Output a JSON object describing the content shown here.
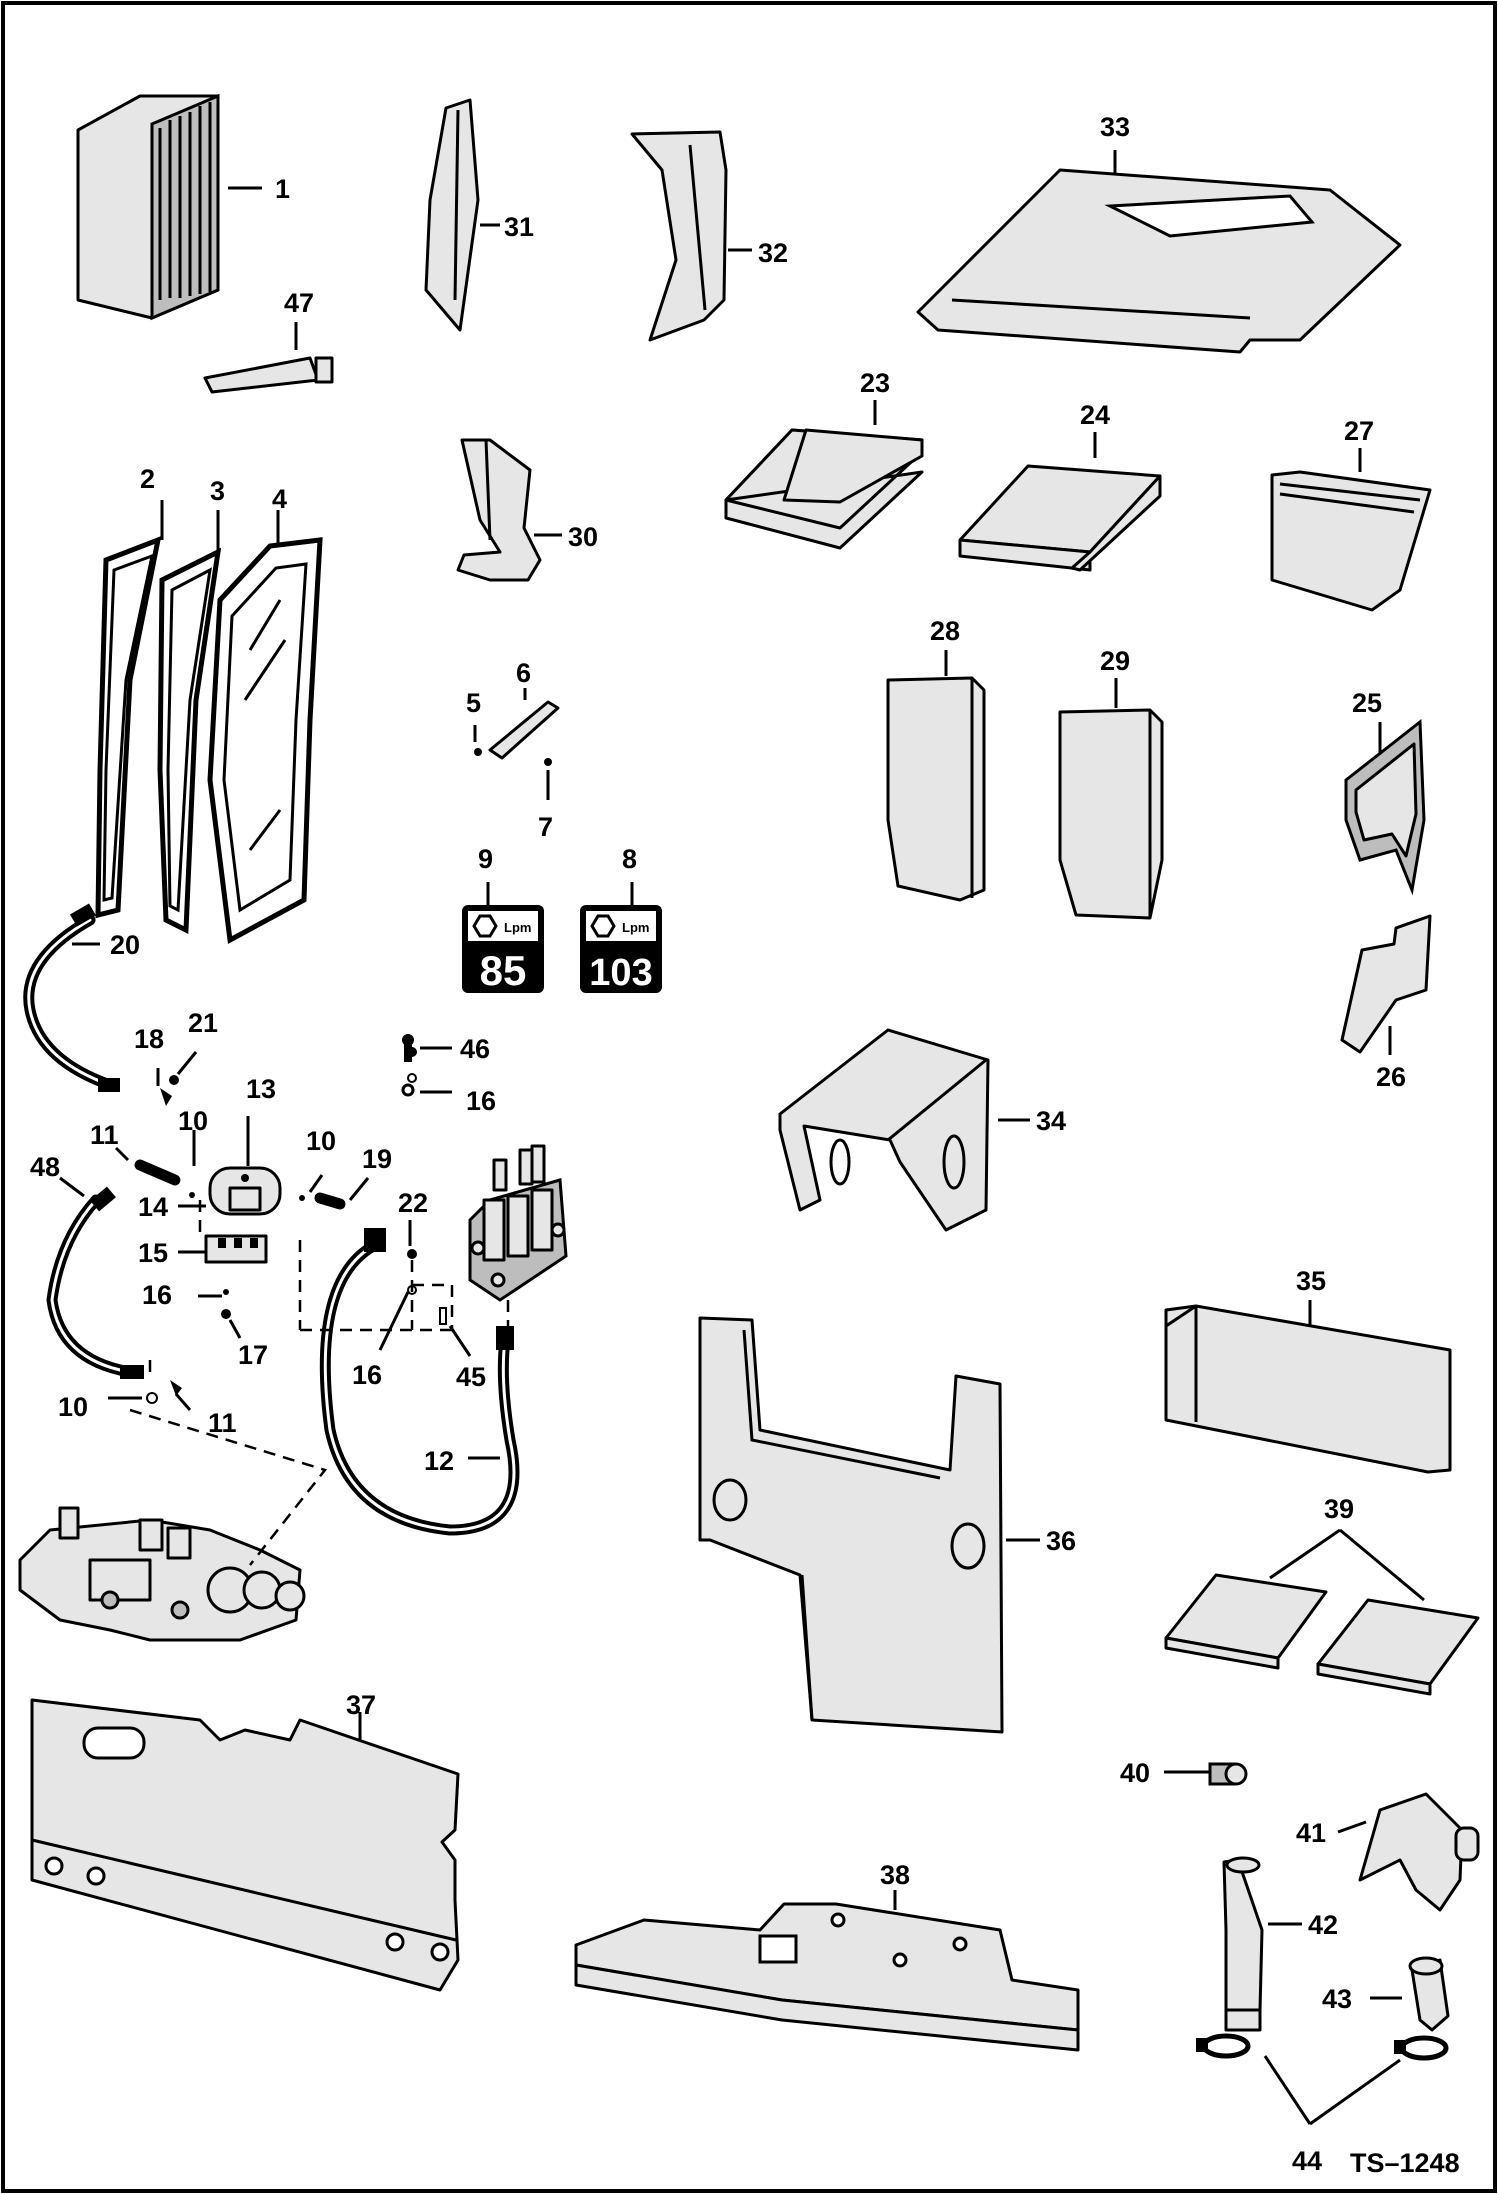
{
  "callouts": {
    "c1": "1",
    "c2": "2",
    "c3": "3",
    "c4": "4",
    "c5": "5",
    "c6": "6",
    "c7": "7",
    "c8": "8",
    "c9": "9",
    "c10a": "10",
    "c10b": "10",
    "c10c": "10",
    "c11a": "11",
    "c11b": "11",
    "c12": "12",
    "c13": "13",
    "c14": "14",
    "c15": "15",
    "c16a": "16",
    "c16b": "16",
    "c16c": "16",
    "c17": "17",
    "c18": "18",
    "c19": "19",
    "c20": "20",
    "c21": "21",
    "c22": "22",
    "c23": "23",
    "c24": "24",
    "c25": "25",
    "c26": "26",
    "c27": "27",
    "c28": "28",
    "c29": "29",
    "c30": "30",
    "c31": "31",
    "c32": "32",
    "c33": "33",
    "c34": "34",
    "c35": "35",
    "c36": "36",
    "c37": "37",
    "c38": "38",
    "c39": "39",
    "c40": "40",
    "c41": "41",
    "c42": "42",
    "c43": "43",
    "c44": "44",
    "c45": "45",
    "c46": "46",
    "c47": "47",
    "c48": "48"
  },
  "decals": {
    "d9": "85",
    "d8": "103",
    "unit": "Lpm"
  },
  "drawing_number": "TS–1248",
  "colors": {
    "ink": "#000000",
    "paper": "#ffffff",
    "fill": "#e6e6e6"
  }
}
